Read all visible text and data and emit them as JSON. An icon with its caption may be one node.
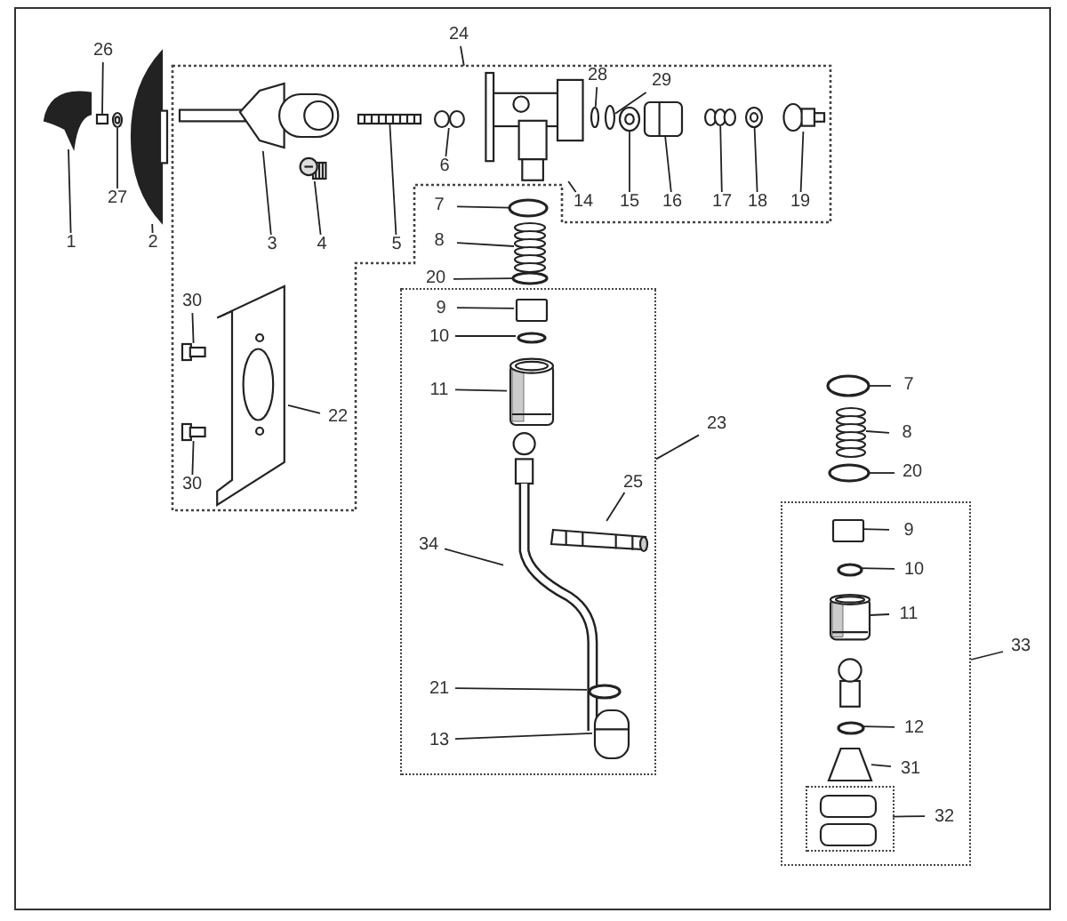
{
  "diagram": {
    "nodes": [
      {
        "text": [],
        "shape": "box"
      },
      {
        "text": [
          "24"
        ]
      },
      {
        "text": [],
        "shape": "picture"
      },
      {
        "text": [
          "1"
        ]
      },
      {
        "text": [],
        "shape": "box"
      },
      {
        "text": [
          "26"
        ]
      },
      {
        "text": [],
        "shape": "picture"
      },
      {
        "text": [
          "27"
        ]
      },
      {
        "text": [],
        "shape": "picture"
      },
      {
        "text": [
          "2"
        ]
      },
      {
        "text": [],
        "shape": "picture",
        "in": 0
      },
      {
        "text": [
          "3"
        ],
        "in": 0
      },
      {
        "text": [],
        "shape": "picture",
        "in": 0
      },
      {
        "text": [
          "4"
        ],
        "in": 0
      },
      {
        "text": [],
        "shape": "picture",
        "in": 0
      },
      {
        "text": [
          "5"
        ],
        "in": 0
      },
      {
        "text": [],
        "shape": "picture",
        "in": 0
      },
      {
        "text": [
          "6"
        ],
        "in": 0
      },
      {
        "text": [],
        "shape": "picture",
        "in": 0
      },
      {
        "text": [
          "14"
        ],
        "in": 0
      },
      {
        "text": [],
        "shape": "circle",
        "in": 0
      },
      {
        "text": [
          "28"
        ],
        "in": 0
      },
      {
        "text": [],
        "shape": "circle",
        "in": 0
      },
      {
        "text": [
          "29"
        ],
        "in": 0
      },
      {
        "text": [],
        "shape": "picture",
        "in": 0
      },
      {
        "text": [
          "15"
        ],
        "in": 0
      },
      {
        "text": [],
        "shape": "picture",
        "in": 0
      },
      {
        "text": [
          "16"
        ],
        "in": 0
      },
      {
        "text": [],
        "shape": "picture",
        "in": 0
      },
      {
        "text": [
          "17"
        ],
        "in": 0
      },
      {
        "text": [],
        "shape": "picture",
        "in": 0
      },
      {
        "text": [
          "18"
        ],
        "in": 0
      },
      {
        "text": [],
        "shape": "picture",
        "in": 0
      },
      {
        "text": [
          "19"
        ],
        "in": 0
      },
      {
        "text": [],
        "shape": "circle"
      },
      {
        "text": [
          "7"
        ]
      },
      {
        "text": [],
        "shape": "picture"
      },
      {
        "text": [
          "8"
        ]
      },
      {
        "text": [],
        "shape": "circle"
      },
      {
        "text": [
          "20"
        ]
      },
      {
        "text": [],
        "shape": "picture",
        "in": 0
      },
      {
        "text": [
          "30"
        ],
        "in": 0
      },
      {
        "text": [],
        "shape": "picture",
        "in": 0
      },
      {
        "text": [
          "22"
        ],
        "in": 0
      },
      {
        "text": [],
        "shape": "picture",
        "in": 0
      },
      {
        "text": [
          "30"
        ],
        "in": 0
      },
      {
        "text": [],
        "shape": "box"
      },
      {
        "text": [
          "23"
        ]
      },
      {
        "text": [],
        "shape": "box",
        "in": 46
      },
      {
        "text": [
          "9"
        ],
        "in": 46
      },
      {
        "text": [],
        "shape": "circle",
        "in": 46
      },
      {
        "text": [
          "10"
        ],
        "in": 46
      },
      {
        "text": [],
        "shape": "picture",
        "in": 46
      },
      {
        "text": [
          "11"
        ],
        "in": 46
      },
      {
        "text": [],
        "shape": "picture",
        "in": 46
      },
      {
        "text": [
          "34"
        ],
        "in": 46
      },
      {
        "text": [],
        "shape": "picture",
        "in": 46
      },
      {
        "text": [
          "25"
        ],
        "in": 46
      },
      {
        "text": [],
        "shape": "circle",
        "in": 46
      },
      {
        "text": [
          "21"
        ],
        "in": 46
      },
      {
        "text": [],
        "shape": "picture",
        "in": 46
      },
      {
        "text": [
          "13"
        ],
        "in": 46
      },
      {
        "text": [],
        "shape": "circle"
      },
      {
        "text": [
          "7"
        ]
      },
      {
        "text": [],
        "shape": "picture"
      },
      {
        "text": [
          "8"
        ]
      },
      {
        "text": [],
        "shape": "circle"
      },
      {
        "text": [
          "20"
        ]
      },
      {
        "text": [],
        "shape": "box"
      },
      {
        "text": [
          "33"
        ]
      },
      {
        "text": [],
        "shape": "box",
        "in": 68
      },
      {
        "text": [
          "9"
        ],
        "in": 68
      },
      {
        "text": [],
        "shape": "circle",
        "in": 68
      },
      {
        "text": [
          "10"
        ],
        "in": 68
      },
      {
        "text": [],
        "shape": "picture",
        "in": 68
      },
      {
        "text": [
          "11"
        ],
        "in": 68
      },
      {
        "text": [],
        "shape": "circle",
        "in": 68
      },
      {
        "text": [
          "12"
        ],
        "in": 68
      },
      {
        "text": [],
        "shape": "picture",
        "in": 68
      },
      {
        "text": [
          "31"
        ],
        "in": 68
      },
      {
        "text": [],
        "shape": "box",
        "in": 68
      },
      {
        "text": [
          "32"
        ],
        "in": 68
      }
    ],
    "edges": [
      {
        "from": 1,
        "to": 0,
        "arrow": "none"
      },
      {
        "from": 3,
        "to": 2,
        "arrow": "none"
      },
      {
        "from": 5,
        "to": 4,
        "arrow": "none"
      },
      {
        "from": 7,
        "to": 6,
        "arrow": "none"
      },
      {
        "from": 9,
        "to": 8,
        "arrow": "none"
      },
      {
        "from": 11,
        "to": 10,
        "arrow": "none"
      },
      {
        "from": 13,
        "to": 12,
        "arrow": "none"
      },
      {
        "from": 15,
        "to": 14,
        "arrow": "none"
      },
      {
        "from": 17,
        "to": 16,
        "arrow": "none"
      },
      {
        "from": 19,
        "to": 18,
        "arrow": "none"
      },
      {
        "from": 21,
        "to": 20,
        "arrow": "none"
      },
      {
        "from": 23,
        "to": 22,
        "arrow": "none"
      },
      {
        "from": 25,
        "to": 24,
        "arrow": "none"
      },
      {
        "from": 27,
        "to": 26,
        "arrow": "none"
      },
      {
        "from": 29,
        "to": 28,
        "arrow": "none"
      },
      {
        "from": 31,
        "to": 30,
        "arrow": "none"
      },
      {
        "from": 33,
        "to": 32,
        "arrow": "none"
      },
      {
        "from": 35,
        "to": 34,
        "arrow": "none"
      },
      {
        "from": 37,
        "to": 36,
        "arrow": "none"
      },
      {
        "from": 39,
        "to": 38,
        "arrow": "none"
      },
      {
        "from": 41,
        "to": 40,
        "arrow": "none"
      },
      {
        "from": 43,
        "to": 42,
        "arrow": "none"
      },
      {
        "from": 45,
        "to": 44,
        "arrow": "none"
      },
      {
        "from": 47,
        "to": 46,
        "arrow": "none"
      },
      {
        "from": 49,
        "to": 48,
        "arrow": "none"
      },
      {
        "from": 51,
        "to": 50,
        "arrow": "none"
      },
      {
        "from": 53,
        "to": 52,
        "arrow": "none"
      },
      {
        "from": 55,
        "to": 54,
        "arrow": "none"
      },
      {
        "from": 57,
        "to": 56,
        "arrow": "none"
      },
      {
        "from": 59,
        "to": 58,
        "arrow": "none"
      },
      {
        "from": 61,
        "to": 60,
        "arrow": "none"
      },
      {
        "from": 63,
        "to": 62,
        "arrow": "none"
      },
      {
        "from": 65,
        "to": 64,
        "arrow": "none"
      },
      {
        "from": 67,
        "to": 66,
        "arrow": "none"
      },
      {
        "from": 69,
        "to": 68,
        "arrow": "none"
      },
      {
        "from": 71,
        "to": 70,
        "arrow": "none"
      },
      {
        "from": 73,
        "to": 72,
        "arrow": "none"
      },
      {
        "from": 75,
        "to": 74,
        "arrow": "none"
      },
      {
        "from": 77,
        "to": 76,
        "arrow": "none"
      },
      {
        "from": 79,
        "to": 78,
        "arrow": "none"
      },
      {
        "from": 81,
        "to": 80,
        "arrow": "none"
      }
    ]
  }
}
